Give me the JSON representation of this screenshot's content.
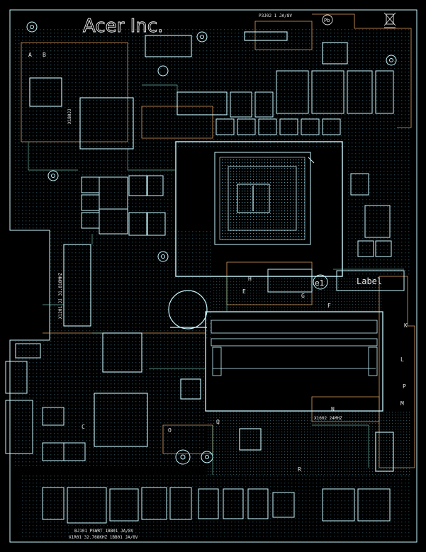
{
  "board": {
    "title": "Acer Inc.",
    "top_ref": "P3J02 1 JA/8V",
    "label_box": "Label",
    "fiducial": "e1",
    "left_vertical": "X1201 JJ 31.818MHZ",
    "left_vertical_2": "X1B0JJ",
    "mid_note": "X1602 24MHZ",
    "bottom_1": "BJ101 PSWRT 1BB01 JA/8V",
    "bottom_2": "X1R01 32.768KHZ 1BB01 JA/8V",
    "zones": [
      "A",
      "B",
      "E",
      "F",
      "H",
      "K",
      "L",
      "M",
      "N",
      "P",
      "O",
      "Q",
      "G",
      "C",
      "R"
    ]
  },
  "colors": {
    "background": "#000000",
    "copper_outline": "#7fd3c0",
    "component": "#c9f7ff",
    "silkscreen": "#e8e8e8",
    "zone_outline": "#e0a060",
    "via_dots": "#3b6d80"
  },
  "icons": [
    "rohs-icon",
    "weee-bin-icon",
    "mounting-hole-icon"
  ]
}
